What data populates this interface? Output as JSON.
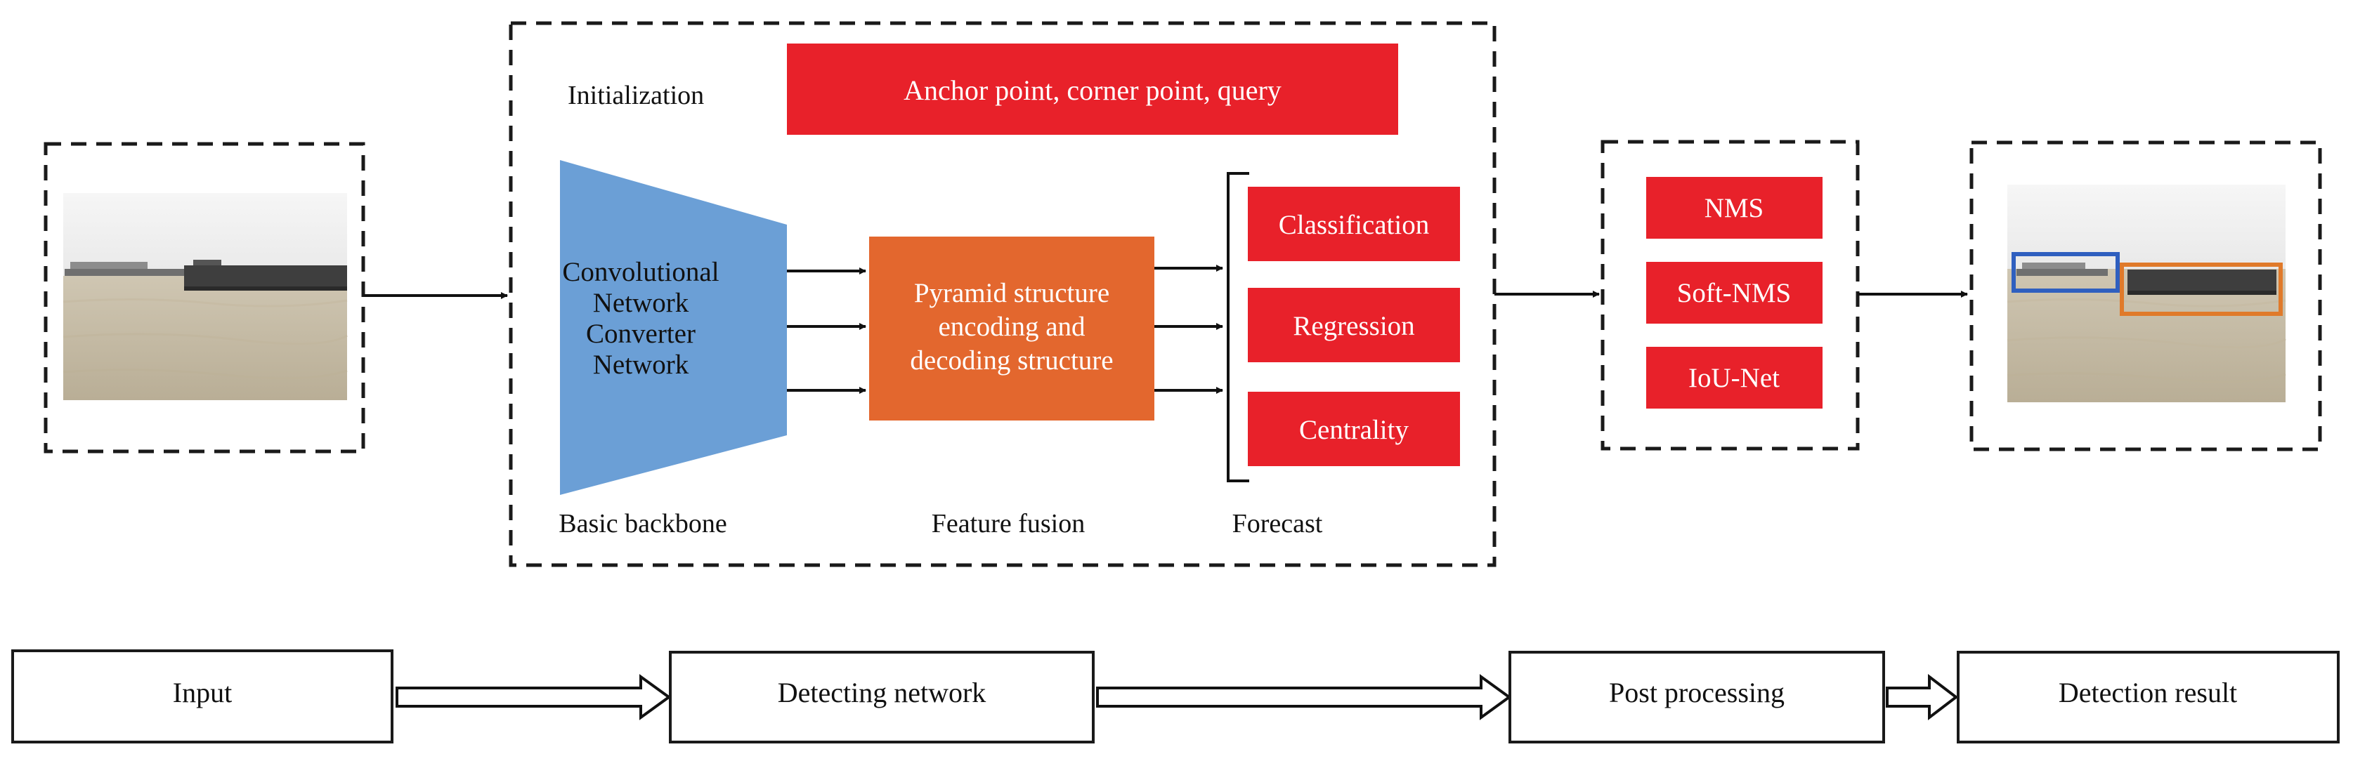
{
  "detecting_network": {
    "initialization_label": "Initialization",
    "initialization_box": "Anchor point, corner point, query",
    "backbone": {
      "lines": [
        "Convolutional",
        "Network",
        "Converter",
        "Network"
      ],
      "caption": "Basic backbone"
    },
    "fusion": {
      "lines": [
        "Pyramid structure",
        "encoding and",
        "decoding structure"
      ],
      "caption": "Feature fusion"
    },
    "forecast": {
      "items": [
        "Classification",
        "Regression",
        "Centrality"
      ],
      "caption": "Forecast"
    }
  },
  "post_processing_methods": [
    "NMS",
    "Soft-NMS",
    "IoU-Net"
  ],
  "pipeline": [
    "Input",
    "Detecting network",
    "Post processing",
    "Detection result"
  ],
  "colors": {
    "red": "#e8212a",
    "orange": "#e3672e",
    "backbone_blue": "#6b9fd6",
    "bbox_blue": "#2f5fbf",
    "bbox_orange": "#e07a2a"
  }
}
